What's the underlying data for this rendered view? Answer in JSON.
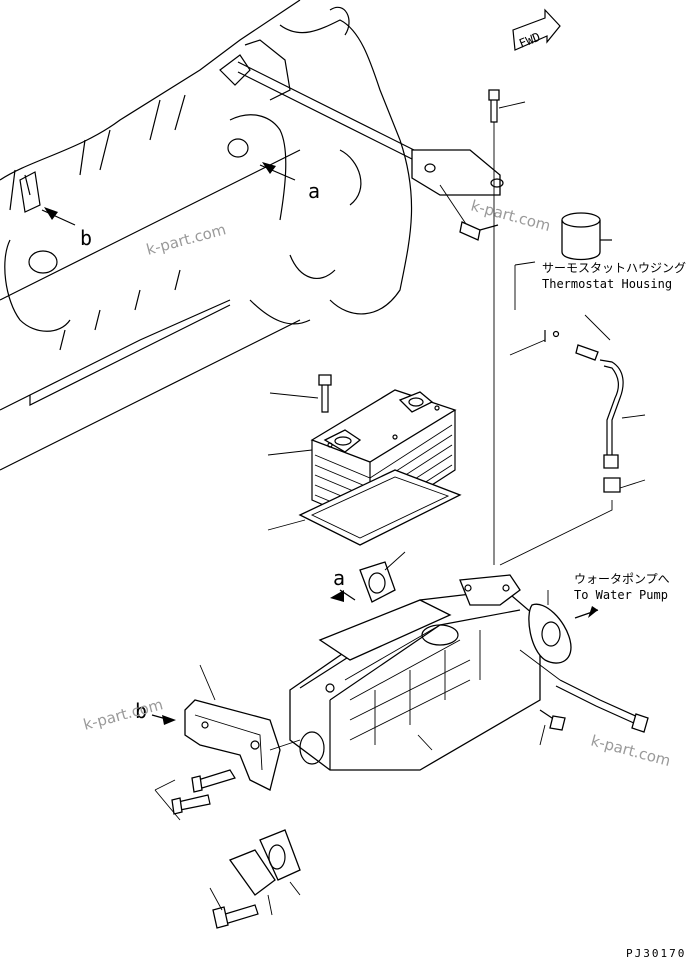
{
  "fwd_label": "FWD",
  "callouts": {
    "a": "a",
    "b": "b"
  },
  "thermostat": {
    "ja": "サーモスタットハウジング",
    "en": "Thermostat Housing"
  },
  "water_pump": {
    "ja": "ウォータポンプへ",
    "en": "To Water Pump"
  },
  "watermark": "k-part.com",
  "drawing_number": "PJ30170"
}
